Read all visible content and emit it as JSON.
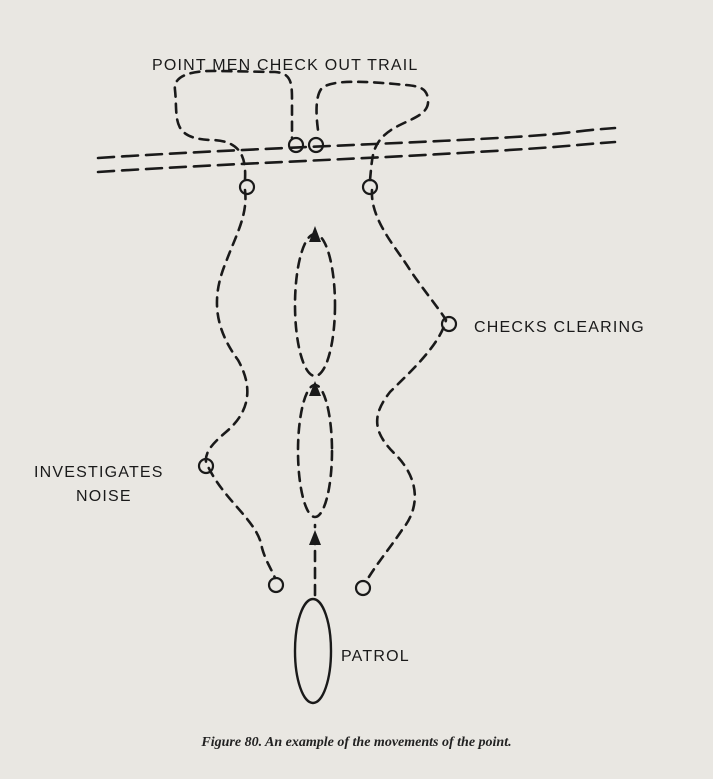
{
  "labels": {
    "point_men": "POINT MEN CHECK OUT TRAIL",
    "checks_clearing": "CHECKS CLEARING",
    "investigates_noise_line1": "INVESTIGATES",
    "investigates_noise_line2": "NOISE",
    "patrol": "PATROL"
  },
  "caption": "Figure 80. An example of the movements of the point."
}
